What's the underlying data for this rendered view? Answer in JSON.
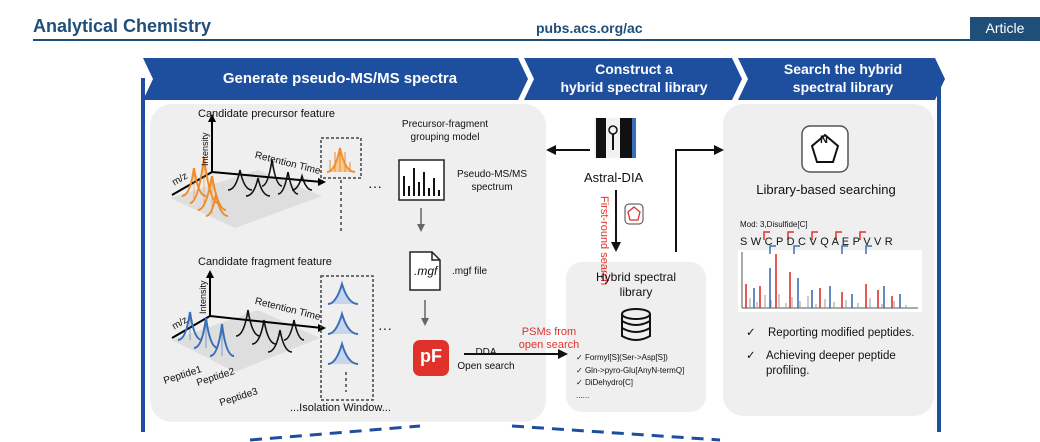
{
  "header": {
    "journal": "Analytical Chemistry",
    "url": "pubs.acs.org/ac",
    "badge": "Article"
  },
  "steps": [
    {
      "label": "Generate pseudo-MS/MS spectra"
    },
    {
      "label_line1": "Construct a",
      "label_line2": "hybrid spectral library"
    },
    {
      "label_line1": "Search the hybrid",
      "label_line2": "spectral library"
    }
  ],
  "panel1": {
    "precursor_title": "Candidate precursor feature",
    "fragment_title": "Candidate fragment feature",
    "axis_intensity": "Intensity",
    "axis_mz": "m/z",
    "axis_rt": "Retention Time",
    "peptides": [
      "Peptide1",
      "Peptide2",
      "Peptide3"
    ],
    "isolation_window": "...Isolation Window...",
    "grouping_model_line1": "Precursor-fragment",
    "grouping_model_line2": "grouping model",
    "pseudo_spectrum_line1": "Pseudo-MS/MS",
    "pseudo_spectrum_line2": "spectrum",
    "mgf_icon": ".mgf",
    "mgf_file": ".mgf file",
    "pf_logo": "pF",
    "dda_line1": "DDA",
    "dda_line2": "Open search",
    "ellipsis": "···"
  },
  "panel2": {
    "instrument": "Astral-DIA",
    "first_round_line1": "First-round",
    "first_round_line2": "search",
    "library_line1": "Hybrid spectral",
    "library_line2": "library",
    "psms_line1": "PSMs from",
    "psms_line2": "open search",
    "mods": [
      "Formyl[S](Ser->Asp[S])",
      "Gln->pyro-Glu[AnyN-termQ]",
      "DiDehydro[C]"
    ],
    "mods_more": "......"
  },
  "panel3": {
    "title": "Library-based searching",
    "mod_label": "Mod: 3,Disulfide[C]",
    "sequence": "S W C P D C V Q A E P V V R",
    "bullets": [
      "Reporting modified peptides.",
      "Achieving deeper peptide profiling."
    ]
  },
  "colors": {
    "brand": "#1f4e79",
    "step_bar": "#1d4f9e",
    "accent_red": "#e0322b",
    "precursor_orange": "#f08a24",
    "fragment_blue": "#3a6fb8",
    "panel_gray": "#efefef"
  }
}
